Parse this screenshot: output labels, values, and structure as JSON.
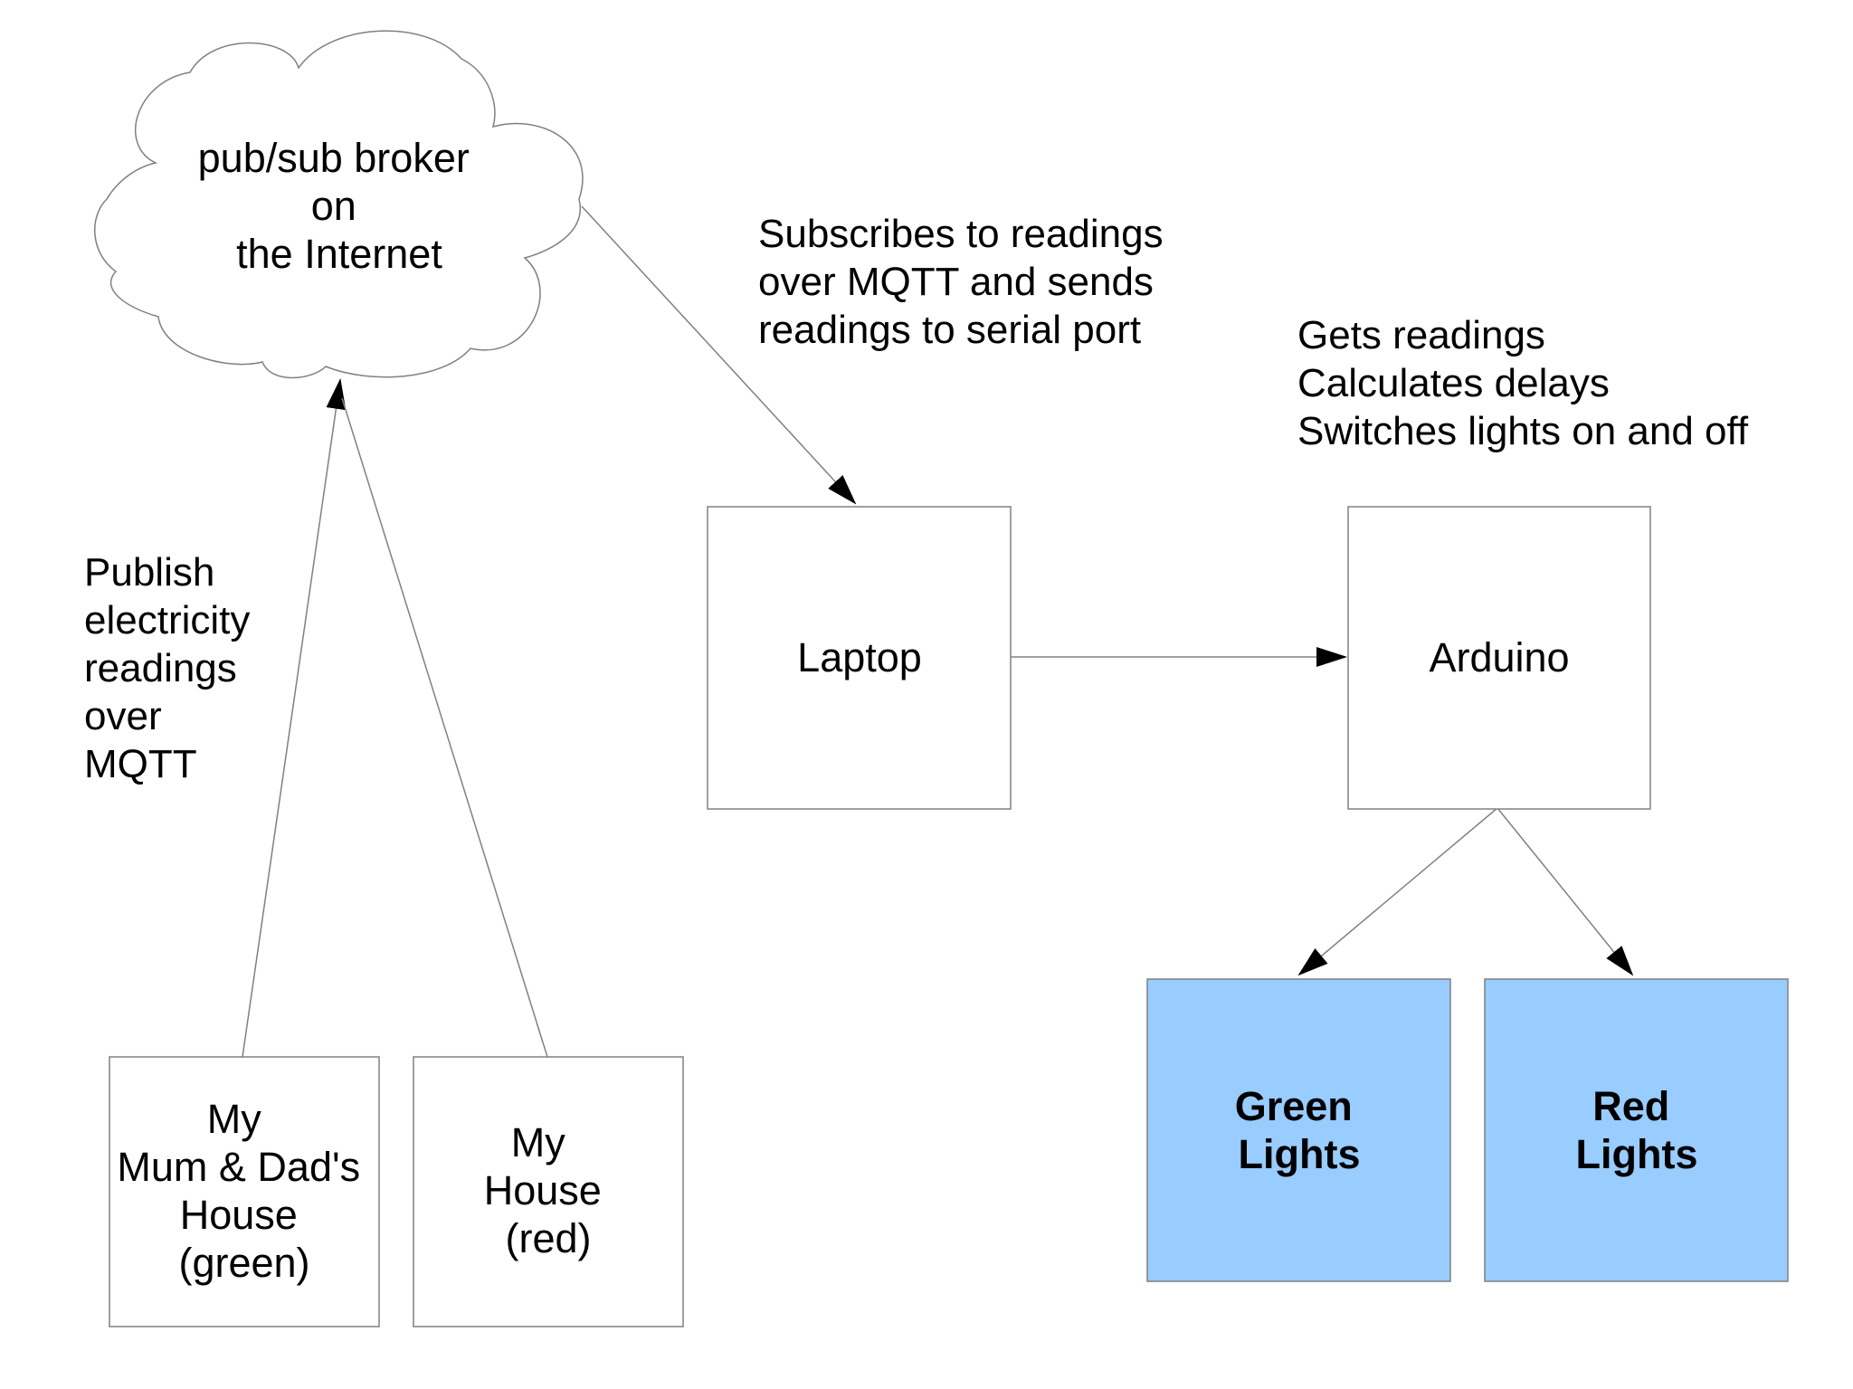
{
  "cloud": {
    "lines": [
      "pub/sub broker",
      "on",
      "the Internet"
    ]
  },
  "notes": {
    "laptop": [
      "Subscribes to readings",
      "over MQTT and sends",
      "readings to serial port"
    ],
    "arduino": [
      "Gets readings",
      "Calculates delays",
      "Switches lights on and off"
    ],
    "publish": [
      "Publish",
      "electricity",
      "readings",
      "over",
      "MQTT"
    ]
  },
  "boxes": {
    "laptop": {
      "lines": [
        "Laptop"
      ]
    },
    "arduino": {
      "lines": [
        "Arduino"
      ]
    },
    "mum_dad_house": {
      "lines": [
        "My",
        "Mum & Dad's",
        "House",
        "(green)"
      ]
    },
    "my_house": {
      "lines": [
        "My",
        "House",
        "(red)"
      ]
    },
    "green_lights": {
      "lines": [
        "Green",
        "Lights"
      ]
    },
    "red_lights": {
      "lines": [
        "Red",
        "Lights"
      ]
    }
  },
  "colors": {
    "lights_fill": "#99ccff",
    "box_fill": "#ffffff",
    "stroke": "#808080",
    "text": "#000000"
  }
}
